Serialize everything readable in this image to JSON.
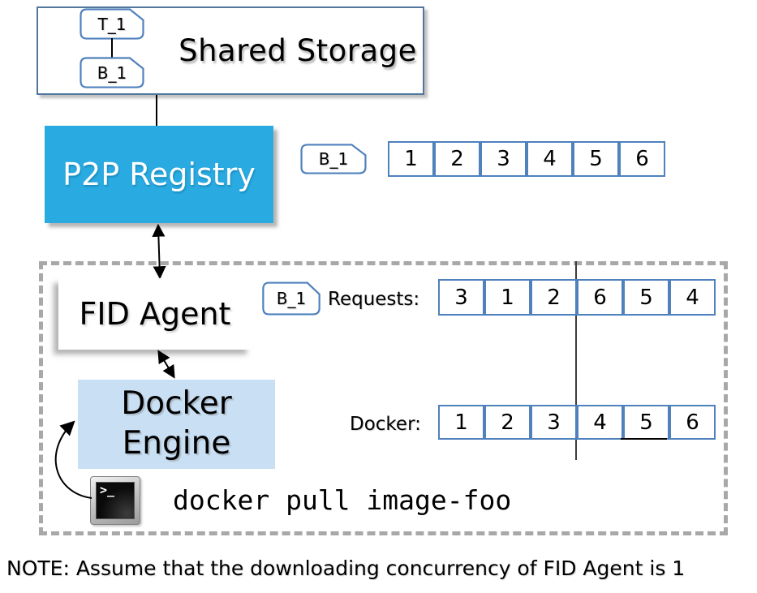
{
  "shared_storage": {
    "title": "Shared Storage",
    "tree": {
      "top": "T_1",
      "bottom": "B_1"
    }
  },
  "p2p": {
    "title": "P2P Registry",
    "card": "B_1",
    "blocks": [
      "1",
      "2",
      "3",
      "4",
      "5",
      "6"
    ]
  },
  "host": {
    "fid_agent_title": "FID Agent",
    "card": "B_1",
    "requests_label": "Requests:",
    "requests": {
      "blocks": [
        "3",
        "1",
        "2",
        "6",
        "5",
        "4"
      ]
    },
    "docker_engine": {
      "line1": "Docker",
      "line2": "Engine"
    },
    "docker_label": "Docker:",
    "docker": {
      "blocks": [
        "1",
        "2",
        "3",
        "4",
        "5",
        "6"
      ],
      "underlined_block": "5"
    },
    "terminal_prompt": ">_",
    "command": "docker pull image-foo"
  },
  "note": "NOTE: Assume that the downloading concurrency of FID Agent is 1",
  "colors": {
    "registry_blue": "#29ABE2",
    "engine_blue": "#C9DFF3",
    "cell_border": "#4F81BD",
    "outer_border": "#51779E",
    "dashed_border": "#A8A8A8"
  }
}
